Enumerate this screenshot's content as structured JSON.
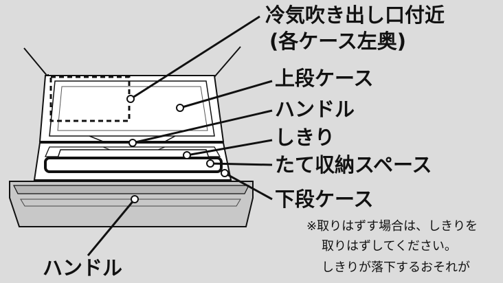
{
  "labels": {
    "vent_line1": "冷気吹き出し口付近",
    "vent_line2": "(各ケース左奥)",
    "upper_case": "上段ケース",
    "handle_upper": "ハンドル",
    "divider": "しきり",
    "vertical_storage": "たて収納スペース",
    "lower_case": "下段ケース",
    "handle_lower": "ハンドル"
  },
  "note": {
    "line1": "※取りはずす場合は、しきりを",
    "line2": "取りはずしてください。",
    "line3": "しきりが落下するおそれが"
  },
  "colors": {
    "background": "#dcdcdc",
    "case_fill": "#ffffff",
    "lower_front": "#c8c8c8",
    "line": "#111111"
  }
}
